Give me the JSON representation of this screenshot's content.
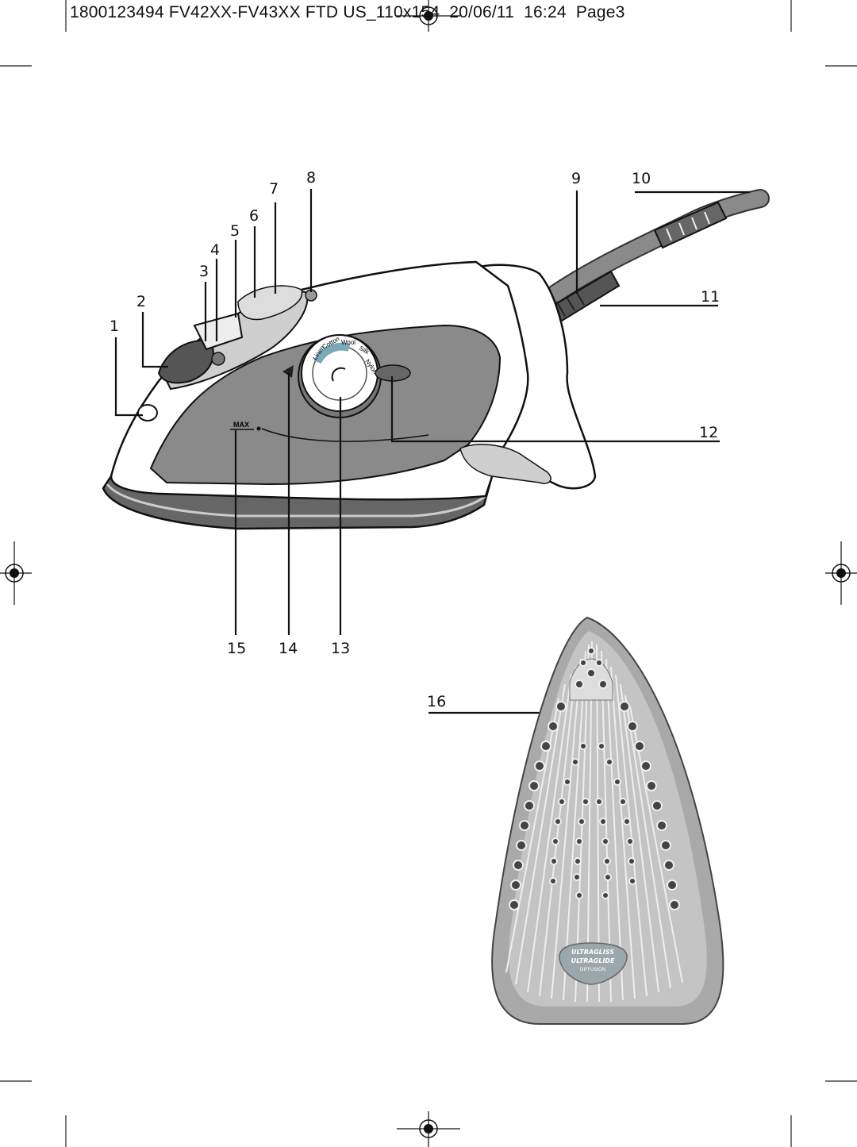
{
  "header": {
    "slug": "1800123494 FV42XX-FV43XX FTD US_1",
    "slug_obscured": "10x154",
    "date": "20/06/11",
    "time": "16:24",
    "page": "Page3"
  },
  "callouts": [
    "1",
    "2",
    "3",
    "4",
    "5",
    "6",
    "7",
    "8",
    "9",
    "10",
    "11",
    "12",
    "13",
    "14",
    "15",
    "16"
  ],
  "iron_markings": {
    "max_label": "MAX",
    "dial_labels": [
      "Linen",
      "Cotton",
      "Wool",
      "Silk",
      "Nylon"
    ]
  },
  "soleplate_badge": {
    "line1": "ULTRAGLISS",
    "line2": "ULTRAGLIDE",
    "line3": "DIFFUSION"
  },
  "colors": {
    "body_grey": "#8a8a8a",
    "light_grey": "#cfcfcf",
    "soleplate": "#a9a9a9",
    "badge": "#9aa7ad"
  }
}
